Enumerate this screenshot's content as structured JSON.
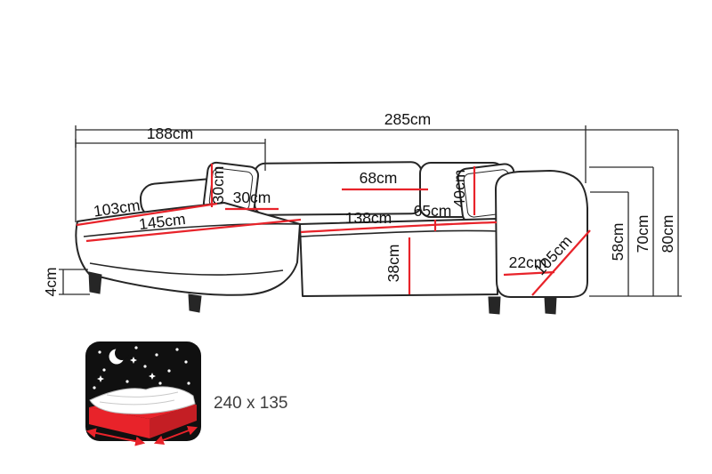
{
  "colors": {
    "dimension_red": "#e8232a",
    "outline_dark": "#262626",
    "label_text": "#121212",
    "bed_label_text": "#3e3e3e",
    "night_sky": "#101010"
  },
  "sofa_dimensions": {
    "left_width": "188cm",
    "total_width": "285cm",
    "total_height": "80cm",
    "back_height": "70cm",
    "armrest_height": "58cm",
    "leg_height": "4cm",
    "chaise_edge": "103cm",
    "chaise_length": "145cm",
    "pillow_height": "30cm",
    "pillow_width": "30cm",
    "back_cushion_width": "68cm",
    "back_cushion_height": "40cm",
    "seat_width": "138cm",
    "right_seat_width": "65cm",
    "seat_height": "38cm",
    "armrest_width": "22cm",
    "side_depth": "105cm"
  },
  "sleeping_area": {
    "size_label": "240 x 135"
  }
}
